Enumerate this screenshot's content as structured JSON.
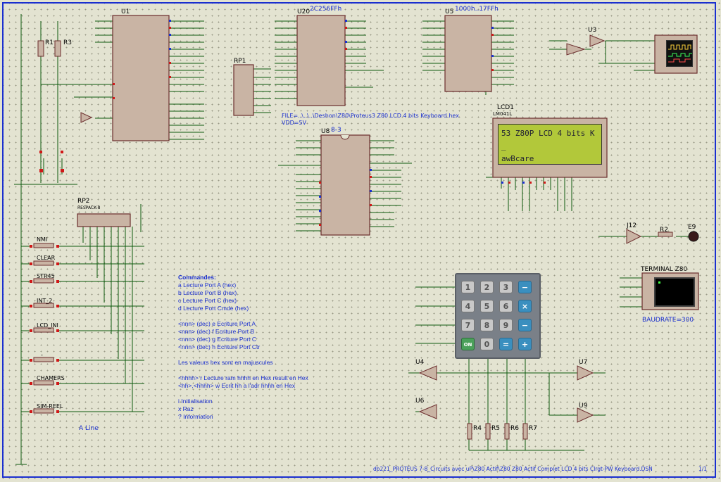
{
  "sheet": {
    "footer": "db221_PROTEUS 7-8_Circuits avec uP\\Z80 Actif\\Z80 Z80 Actif Complet LCD 4 bits Clrgt-PW Keyboard.DSN",
    "page": "1/1"
  },
  "components": {
    "u1": "U1",
    "u20": "U20",
    "u20_part": "2C256FFh",
    "u5": "U5",
    "u5_part": "1000h..17FFh",
    "u3": "U3",
    "u8": "U8",
    "u8_val": "8-3",
    "rp1": "RP1",
    "rp2": "RP2",
    "lcd": "LCD1",
    "lcd_part": "LM041L",
    "j12": "J12",
    "r1": "R1",
    "r3": "R3",
    "r2": "R2",
    "e9": "E9",
    "terminal": "TERMINAL Z80",
    "baud": "BAUDRATE=300",
    "u4": "U4",
    "u6": "U6",
    "u7": "U7",
    "u9": "U9",
    "r4": "R4",
    "r5": "R5",
    "r6": "R6",
    "r7": "R7",
    "line_label": "A Line",
    "file_label": "FILE=..\\..\\..\\Deshon\\Z80\\Proteus3 Z80 LCD 4 bits Keyboard.hex",
    "file_label2": "VDD=5V",
    "rp2_sub": "RESPACK-8"
  },
  "switches": [
    "NMI",
    "CLEAR",
    "STR45",
    "INT_2",
    "LCD_INI",
    "-",
    "CHAMERS",
    "SIM-REEL"
  ],
  "notes": {
    "title": "Commandes:",
    "lines": [
      "a  Lecture Port A (hex)",
      "b  Lecture Port B (hex)",
      "c  Lecture Port C (hex)",
      "d  Lecture Port Cmde (hex)",
      "",
      "<nnn> (dec) e Ecriture Port A",
      "<nnn> (dec) f  Ecriture Port B",
      "<nnn> (dec) g  Ecriture Port C",
      "<nnn> (dec) h  Ecriture Port Ctr",
      "",
      "Les valeurs hex sont en majuscules",
      "",
      "<hhhh> r  Lecture ram hhhh en Hex result en Hex",
      "<hh>,<hhhh> w Ecrit hh a l'adr hhhh en Hex",
      "",
      "i  Initialisation",
      "x  Raz",
      "?  Information"
    ]
  },
  "lcd": {
    "line1": "53 Z80P LCD 4 bits K",
    "line2": "_",
    "line3": "awBcare"
  },
  "keypad": {
    "rows": [
      [
        "1",
        "2",
        "3",
        "−"
      ],
      [
        "4",
        "5",
        "6",
        "×"
      ],
      [
        "7",
        "8",
        "9",
        "−"
      ],
      [
        "ON",
        "0",
        "=",
        "+"
      ]
    ]
  },
  "colors": {
    "wire": "#0d5a0d",
    "chip_fill": "#c9b4a4",
    "chip_border": "#6b2d2d",
    "frame": "#1a2fd0",
    "text_blue": "#1a2fd0"
  }
}
